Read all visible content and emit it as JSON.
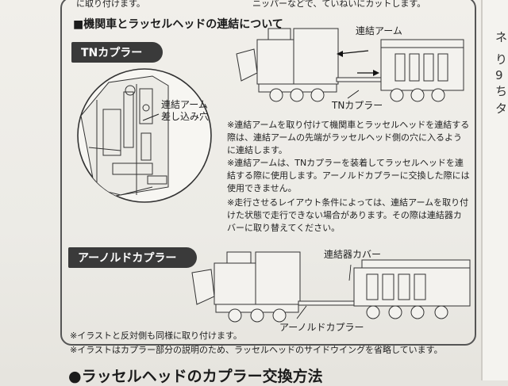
{
  "top_text_left": "に取り付けます。",
  "top_text_right": "ニッパーなどで、ていねいにカットします。",
  "section_title": "■機関車とラッセルヘッドの連結について",
  "tn_section": {
    "label": "TNカプラー",
    "inset_callout_line1": "連結アーム",
    "inset_callout_line2": "差し込み穴",
    "arm_label": "連結アーム",
    "coupler_label": "TNカプラー",
    "notes": [
      "※連結アームを取り付けて機関車とラッセルヘッドを連結する際は、連結アームの先端がラッセルヘッド側の穴に入るように連結します。",
      "※連結アームは、TNカプラーを装着してラッセルヘッドを連結する際に使用します。アーノルドカプラーに交換した際には使用できません。",
      "※走行させるレイアウト条件によっては、連結アームを取り付けた状態で走行できない場合があります。その際は連結器カバーに取り替えてください。"
    ]
  },
  "arnold_section": {
    "label": "アーノルドカプラー",
    "cover_label": "連結器カバー",
    "coupler_label": "アーノルドカプラー"
  },
  "footnotes": [
    "※イラストと反対側も同様に取り付けます。",
    "※イラストはカプラー部分の説明のため、ラッセルヘッドのサイドウイングを省略しています。"
  ],
  "bottom_title": "●ラッセルヘッドのカプラー交換方法",
  "edge_chars": [
    "ネ",
    "り",
    "9",
    "ち",
    "タ"
  ]
}
